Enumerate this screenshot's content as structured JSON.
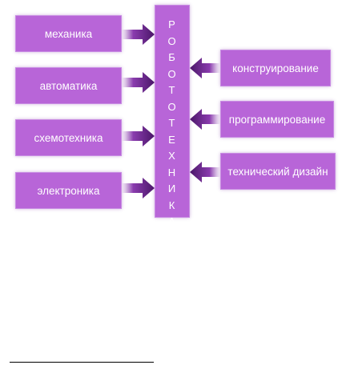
{
  "diagram": {
    "center_letters": [
      "Р",
      "О",
      "Б",
      "О",
      "Т",
      "О",
      "Т",
      "Е",
      "Х",
      "Н",
      "И",
      "К",
      "А"
    ],
    "left_boxes": [
      "механика",
      "автоматика",
      "схемотехника",
      "электроника"
    ],
    "right_boxes": [
      "конструирование",
      "программирование",
      "технический дизайн"
    ]
  },
  "colors": {
    "box_fill": "#b865d8",
    "arrow": "#4a1668",
    "text": "#ffffff"
  }
}
